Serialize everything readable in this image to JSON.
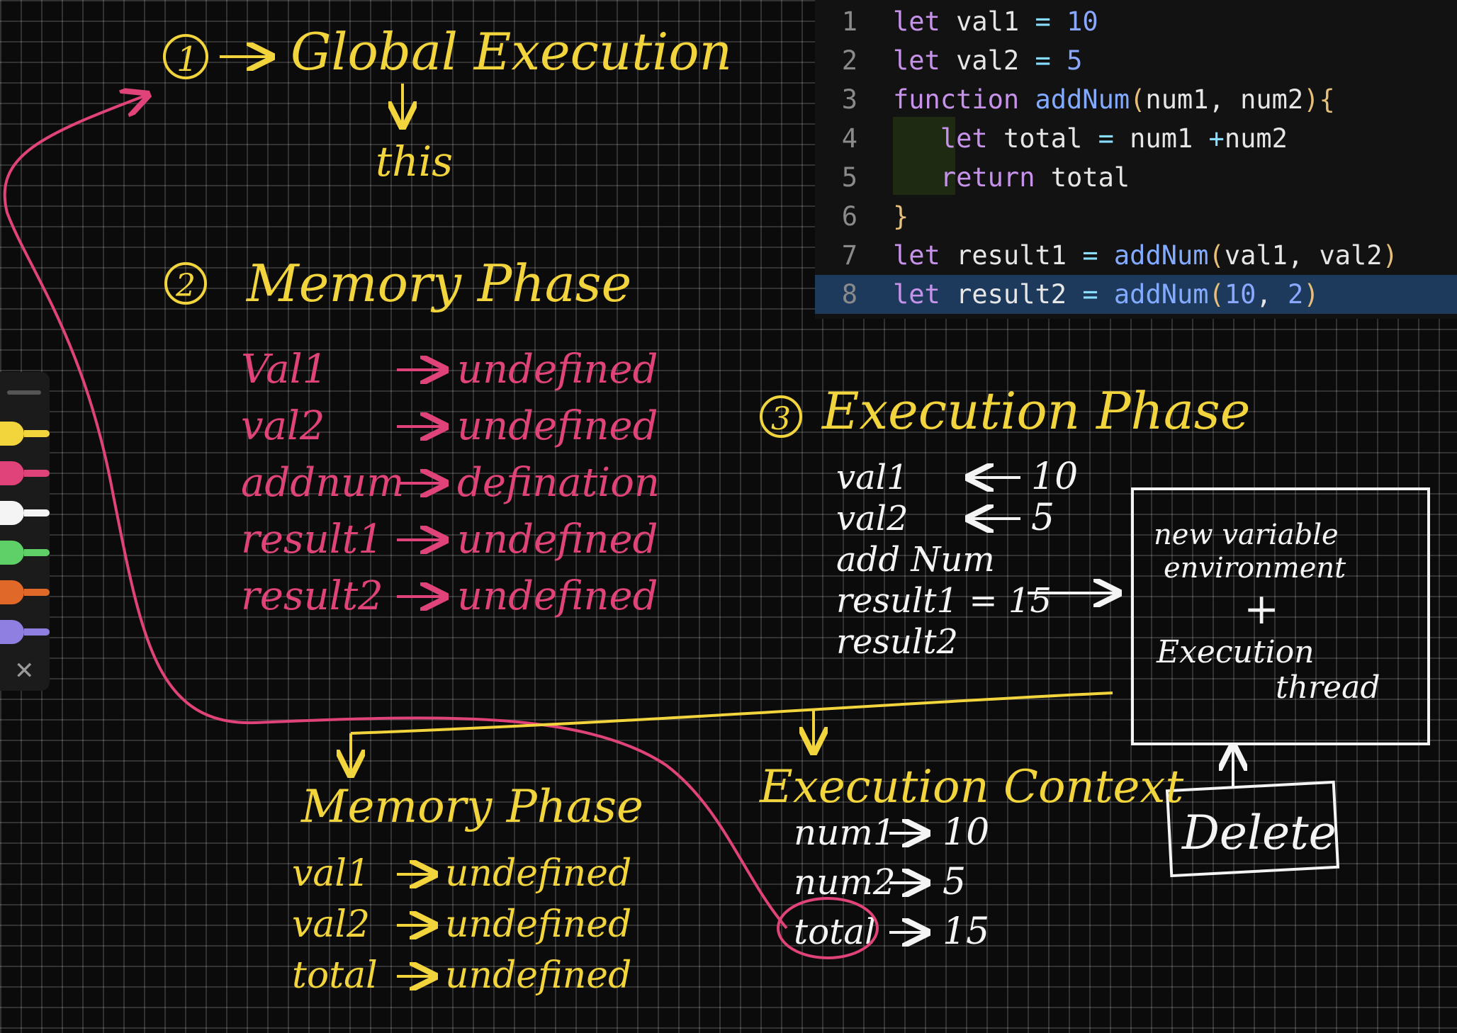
{
  "code_editor": {
    "lines": [
      {
        "n": "1",
        "t": [
          [
            "kw",
            "let "
          ],
          [
            "vr",
            "val1 "
          ],
          [
            "op",
            "= "
          ],
          [
            "num",
            "10"
          ]
        ]
      },
      {
        "n": "2",
        "t": [
          [
            "kw",
            "let "
          ],
          [
            "vr",
            "val2 "
          ],
          [
            "op",
            "= "
          ],
          [
            "num",
            "5"
          ]
        ]
      },
      {
        "n": "3",
        "t": [
          [
            "kw",
            "function "
          ],
          [
            "fn",
            "addNum"
          ],
          [
            "br",
            "("
          ],
          [
            "vr",
            "num1, num2"
          ],
          [
            "br",
            "){"
          ]
        ]
      },
      {
        "n": "4",
        "t": [
          [
            "vr",
            "   "
          ],
          [
            "kw",
            "let "
          ],
          [
            "vr",
            "total "
          ],
          [
            "op",
            "= "
          ],
          [
            "vr",
            "num1 "
          ],
          [
            "op",
            "+"
          ],
          [
            "vr",
            "num2"
          ]
        ]
      },
      {
        "n": "5",
        "t": [
          [
            "vr",
            "   "
          ],
          [
            "kw",
            "return "
          ],
          [
            "vr",
            "total"
          ]
        ]
      },
      {
        "n": "6",
        "t": [
          [
            "br",
            "}"
          ]
        ]
      },
      {
        "n": "7",
        "t": [
          [
            "kw",
            "let "
          ],
          [
            "vr",
            "result1 "
          ],
          [
            "op",
            "= "
          ],
          [
            "fn",
            "addNum"
          ],
          [
            "br",
            "("
          ],
          [
            "vr",
            "val1, val2"
          ],
          [
            "br",
            ")"
          ]
        ]
      },
      {
        "n": "8",
        "t": [
          [
            "kw",
            "let "
          ],
          [
            "vr",
            "result2 "
          ],
          [
            "op",
            "= "
          ],
          [
            "fn",
            "addNum"
          ],
          [
            "br",
            "("
          ],
          [
            "num",
            "10"
          ],
          [
            "vr",
            ", "
          ],
          [
            "num",
            "2"
          ],
          [
            "br",
            ")"
          ]
        ],
        "highlighted": true
      }
    ]
  },
  "notes": {
    "step1": {
      "num": "1",
      "label": "Global Execution",
      "sub": "this"
    },
    "step2": {
      "num": "2",
      "label": "Memory Phase",
      "items": [
        {
          "name": "Val1",
          "value": "undefined"
        },
        {
          "name": "val2",
          "value": "undefined"
        },
        {
          "name": "addnum",
          "value": "defination"
        },
        {
          "name": "result1",
          "value": "undefined"
        },
        {
          "name": "result2",
          "value": "undefined"
        }
      ]
    },
    "step3": {
      "num": "3",
      "label": "Execution Phase",
      "items": [
        {
          "name": "val1",
          "arrow": "←",
          "value": "10"
        },
        {
          "name": "val2",
          "arrow": "←",
          "value": "5"
        },
        {
          "name": "add Num",
          "arrow": "→",
          "value": ""
        },
        {
          "name": "result1 = 15",
          "arrow": "",
          "value": ""
        },
        {
          "name": "result2",
          "arrow": "",
          "value": ""
        }
      ]
    },
    "new_env_box": {
      "line1": "new variable",
      "line2": "environment",
      "plus": "+",
      "line3": "Execution",
      "line4": "thread"
    },
    "delete_box": {
      "label": "Delete"
    },
    "sub_memory": {
      "label": "Memory Phase",
      "items": [
        {
          "name": "val1",
          "value": "undefined"
        },
        {
          "name": "val2",
          "value": "undefined"
        },
        {
          "name": "total",
          "value": "undefined"
        }
      ]
    },
    "exec_context": {
      "label": "Execution Context",
      "items": [
        {
          "name": "num1",
          "value": "10"
        },
        {
          "name": "num2",
          "value": "5"
        },
        {
          "name": "total",
          "value": "15"
        }
      ]
    }
  },
  "toolbar": {
    "pen_colors": [
      "#f2d43d",
      "#e0437a",
      "#f4f4f4",
      "#5fd068",
      "#e0692a",
      "#8e7fe0"
    ],
    "close_icon": "✕"
  }
}
